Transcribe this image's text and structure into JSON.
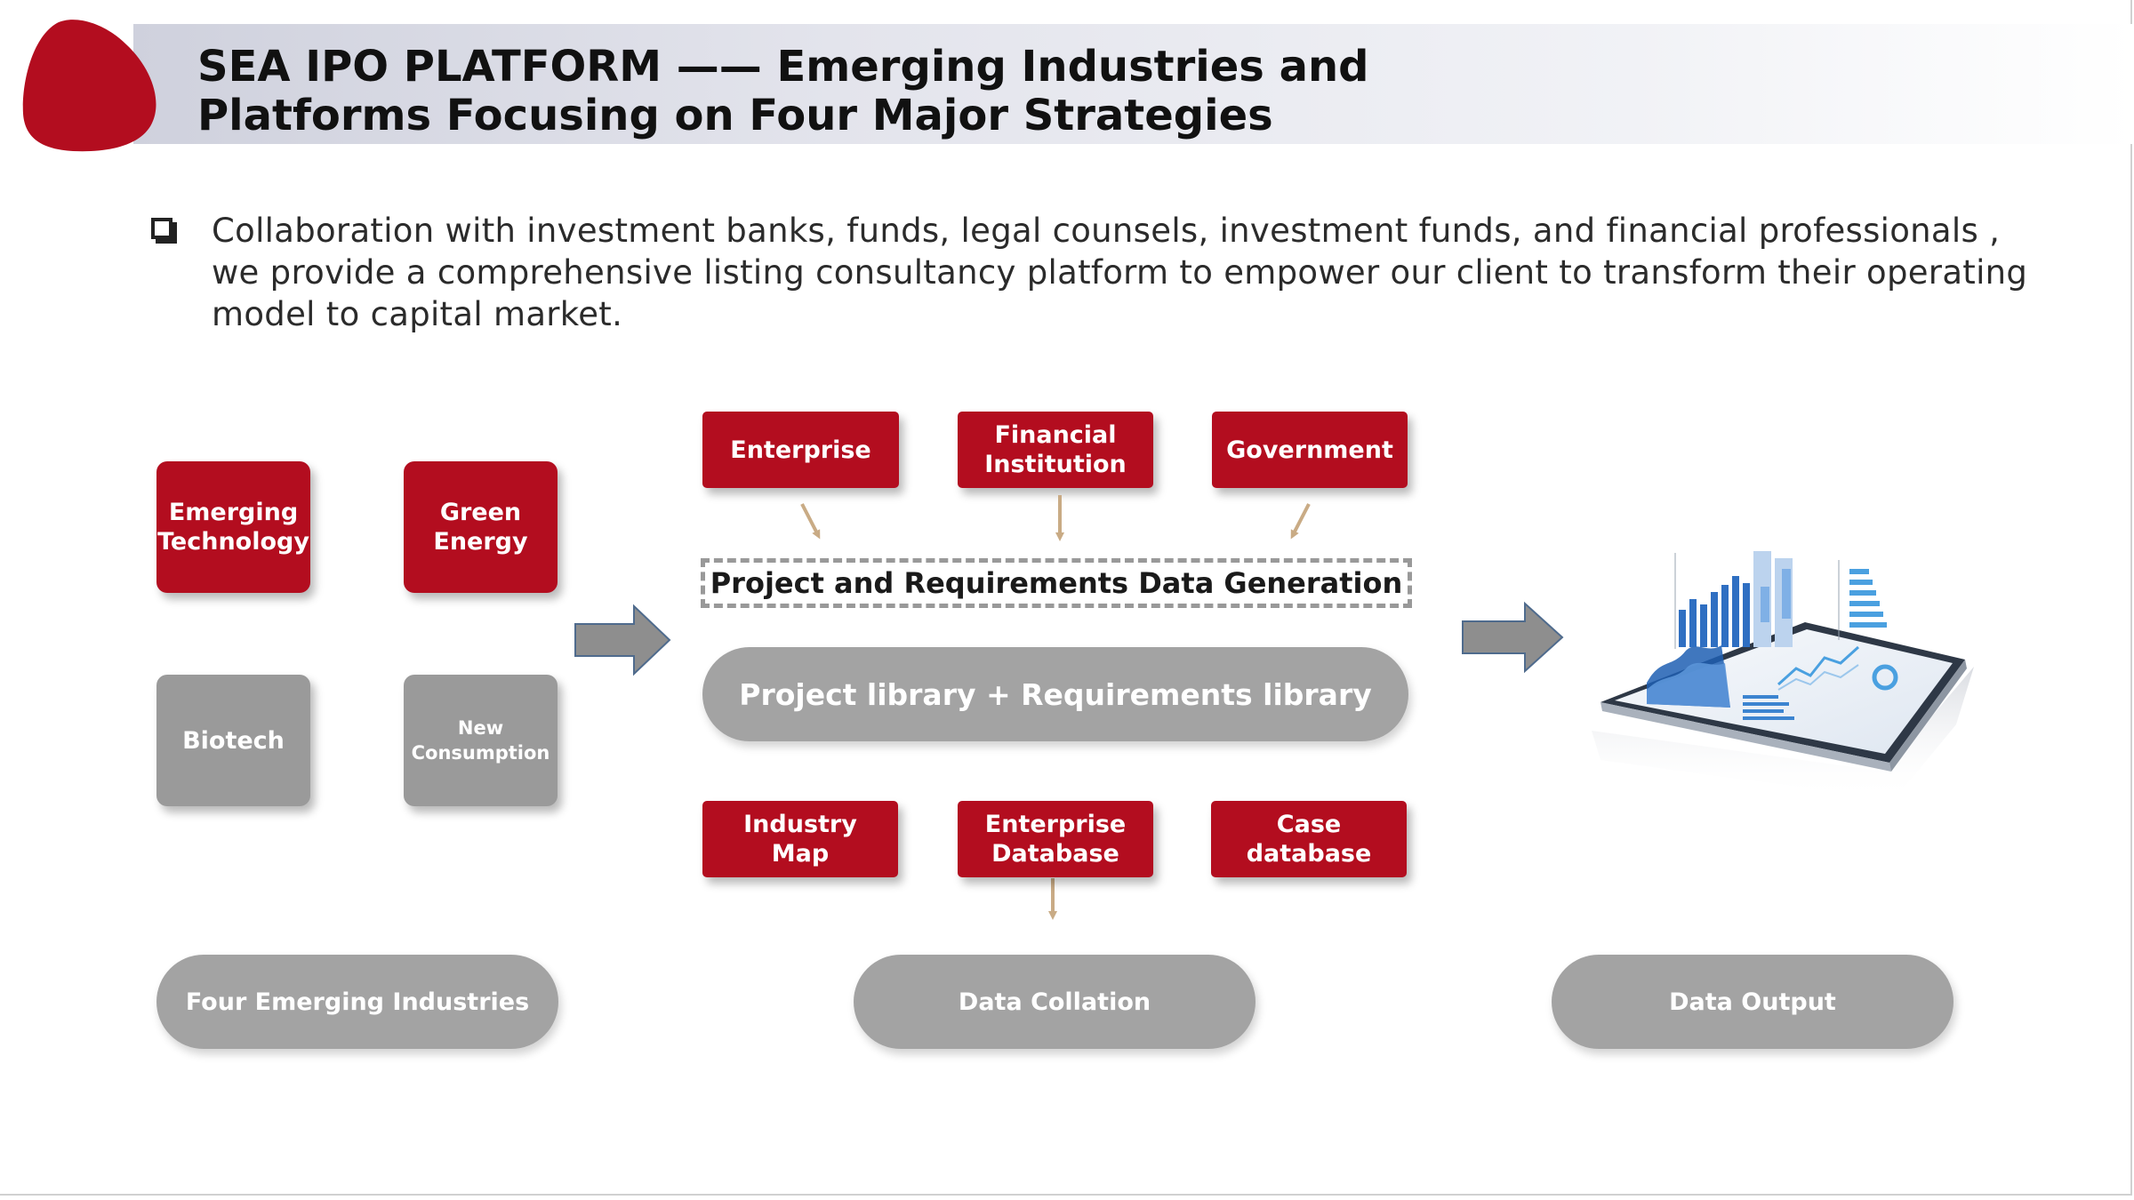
{
  "header": {
    "title_line1": "SEA IPO PLATFORM —— Emerging Industries and",
    "title_line2": "Platforms Focusing on Four Major Strategies",
    "accent_color": "#b30d1f"
  },
  "intro": {
    "text": "Collaboration with  investment banks, funds, legal counsels, investment funds, and financial professionals , we provide a comprehensive listing consultancy platform to empower our client to transform their operating model to capital market."
  },
  "industries": {
    "items": [
      "Emerging Technology",
      "Green Energy",
      "Biotech",
      "New Consumption"
    ],
    "label": "Four Emerging Industries"
  },
  "sources": [
    "Enterprise",
    "Financial Institution",
    "Government"
  ],
  "generation_label": "Project and Requirements Data Generation",
  "library_label": "Project library + Requirements library",
  "databases": [
    "Industry Map",
    "Enterprise Database",
    "Case database"
  ],
  "collation_label": "Data Collation",
  "output": {
    "label": "Data Output",
    "image_icon": "tablet-dashboard-icon"
  },
  "colors": {
    "red": "#b30d1f",
    "grey": "#9a9a9a",
    "arrow": "#8e8e8e",
    "connector": "#c9ab85"
  }
}
